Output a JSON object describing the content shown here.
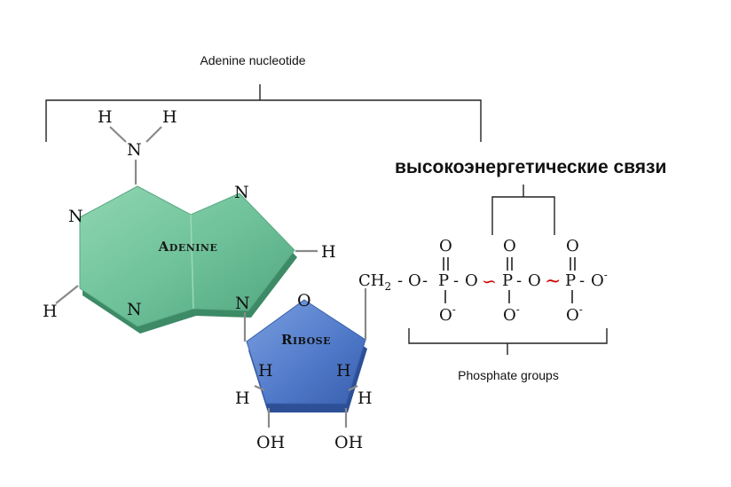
{
  "labels": {
    "adenine_nucleotide": "Adenine nucleotide",
    "high_energy_bonds": "высокоэнергетические связи",
    "phosphate_groups": "Phosphate groups",
    "adenine": "Adenine",
    "ribose": "Ribose"
  },
  "atoms": {
    "H": "H",
    "N": "N",
    "O": "O",
    "OH": "OH",
    "P": "P",
    "CH": "CH",
    "sub2": "2",
    "minus": "-",
    "dash": "-",
    "tilde": "~",
    "hi_bond": "∽"
  },
  "colors": {
    "adenine_fill": "#6fc29a",
    "adenine_dark": "#3d8a66",
    "ribose_fill": "#4f78c8",
    "ribose_dark": "#2c4f96",
    "high_energy_bond": "#cc0000"
  }
}
